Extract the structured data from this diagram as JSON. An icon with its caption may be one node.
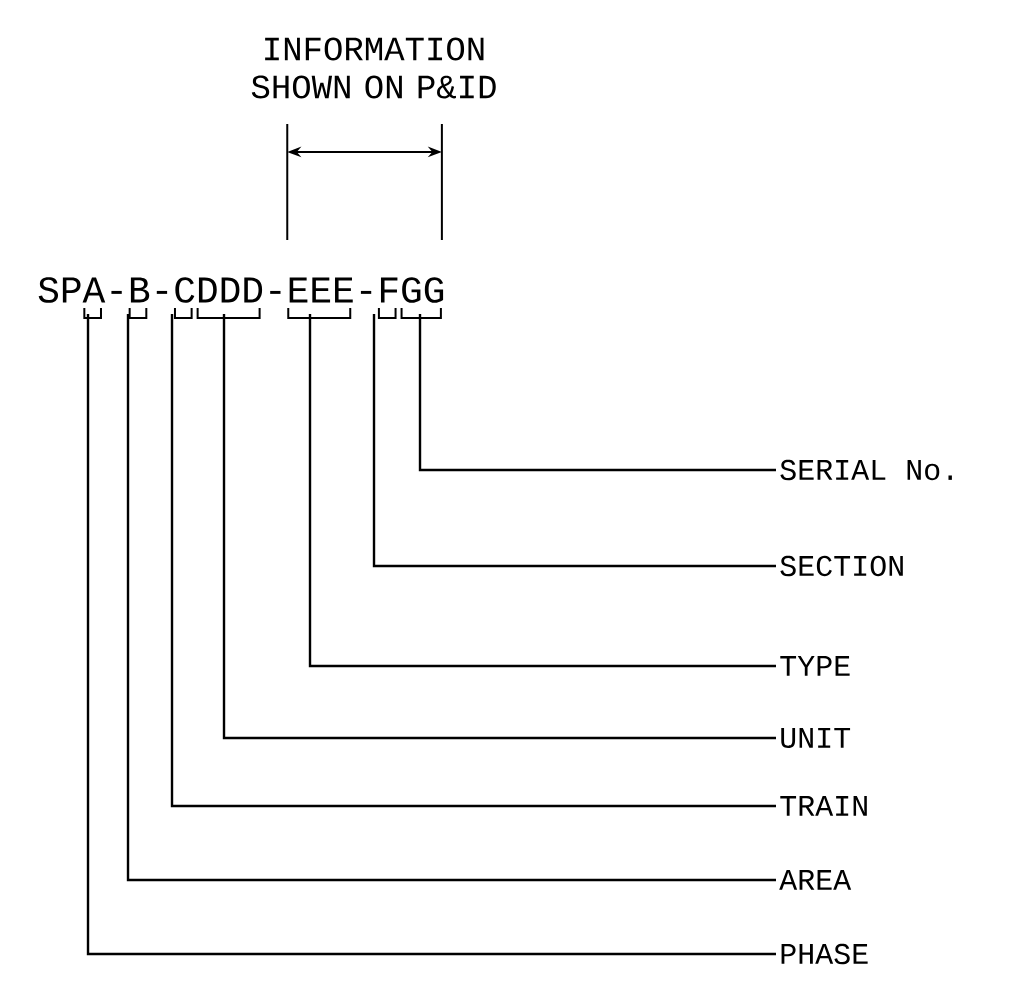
{
  "diagram": {
    "nodes": [
      {
        "text": [
          "SPA-B-CDDD-EEE-FGG"
        ]
      },
      {
        "text": [
          "SERIAL No."
        ]
      },
      {
        "text": [
          "SECTION"
        ]
      },
      {
        "text": [
          "TYPE"
        ]
      },
      {
        "text": [
          "UNIT"
        ]
      },
      {
        "text": [
          "TRAIN"
        ]
      },
      {
        "text": [
          "AREA"
        ]
      },
      {
        "text": [
          "PHASE"
        ]
      }
    ],
    "edges": [
      {
        "from": 1,
        "to": 0,
        "arrow": "none"
      },
      {
        "from": 2,
        "to": 0,
        "arrow": "none"
      },
      {
        "from": 3,
        "to": 0,
        "arrow": "none"
      },
      {
        "from": 4,
        "to": 0,
        "arrow": "none"
      },
      {
        "from": 5,
        "to": 0,
        "arrow": "none"
      },
      {
        "from": 6,
        "to": 0,
        "arrow": "none"
      },
      {
        "from": 7,
        "to": 0,
        "arrow": "none"
      }
    ],
    "labels": [
      "INFORMATION SHOWN ON P&ID"
    ]
  }
}
